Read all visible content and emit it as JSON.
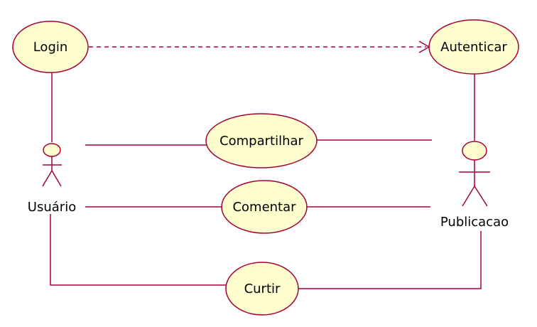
{
  "diagram": {
    "type": "use-case",
    "colors": {
      "stroke": "#a80036",
      "fill": "#fefece",
      "text": "#000000",
      "background": "#ffffff"
    },
    "actors": [
      {
        "id": "usuario",
        "label": "Usuário"
      },
      {
        "id": "publicacao",
        "label": "Publicacao"
      }
    ],
    "use_cases": [
      {
        "id": "login",
        "label": "Login"
      },
      {
        "id": "autenticar",
        "label": "Autenticar"
      },
      {
        "id": "compartilhar",
        "label": "Compartilhar"
      },
      {
        "id": "comentar",
        "label": "Comentar"
      },
      {
        "id": "curtir",
        "label": "Curtir"
      }
    ],
    "relations": [
      {
        "from": "login",
        "to": "autenticar",
        "style": "dashed-arrow"
      },
      {
        "from": "usuario",
        "to": "login",
        "style": "solid"
      },
      {
        "from": "usuario",
        "to": "compartilhar",
        "style": "solid"
      },
      {
        "from": "compartilhar",
        "to": "publicacao",
        "style": "solid"
      },
      {
        "from": "usuario",
        "to": "comentar",
        "style": "solid"
      },
      {
        "from": "comentar",
        "to": "publicacao",
        "style": "solid"
      },
      {
        "from": "usuario",
        "to": "curtir",
        "style": "solid"
      },
      {
        "from": "curtir",
        "to": "publicacao",
        "style": "solid"
      },
      {
        "from": "autenticar",
        "to": "publicacao",
        "style": "solid"
      }
    ]
  }
}
